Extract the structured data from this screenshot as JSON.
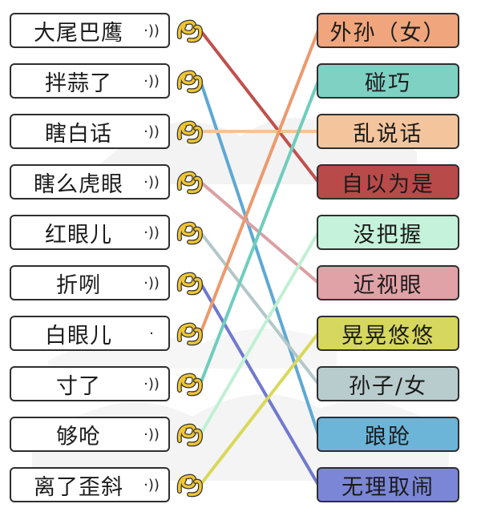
{
  "left_items": [
    {
      "word": "大尾巴鹰",
      "speaker": "·))"
    },
    {
      "word": "拌蒜了",
      "speaker": "·))"
    },
    {
      "word": "瞎白话",
      "speaker": "·))"
    },
    {
      "word": "瞎么虎眼",
      "speaker": "·))"
    },
    {
      "word": "红眼儿",
      "speaker": "·))"
    },
    {
      "word": "折咧",
      "speaker": "·))"
    },
    {
      "word": "白眼儿",
      "speaker": "·"
    },
    {
      "word": "寸了",
      "speaker": "·))"
    },
    {
      "word": "够呛",
      "speaker": "·))"
    },
    {
      "word": "离了歪斜",
      "speaker": "·))"
    }
  ],
  "right_items": [
    {
      "word": "外孙（女）",
      "color": "#f0a57c"
    },
    {
      "word": "碰巧",
      "color": "#7fd1c4"
    },
    {
      "word": "乱说话",
      "color": "#f4c59c"
    },
    {
      "word": "自以为是",
      "color": "#b94a4a"
    },
    {
      "word": "没把握",
      "color": "#c5f2da"
    },
    {
      "word": "近视眼",
      "color": "#e0a2a7"
    },
    {
      "word": "晃晃悠悠",
      "color": "#d6d75e"
    },
    {
      "word": "孙子/女",
      "color": "#b9cccd"
    },
    {
      "word": "踉跄",
      "color": "#6cb5d9"
    },
    {
      "word": "无理取闹",
      "color": "#7b86d6"
    }
  ],
  "connections": [
    {
      "from": 0,
      "to": 3,
      "color": "#c0504d"
    },
    {
      "from": 1,
      "to": 8,
      "color": "#5fa8d3"
    },
    {
      "from": 2,
      "to": 2,
      "color": "#f2c49b"
    },
    {
      "from": 3,
      "to": 5,
      "color": "#dba0a3"
    },
    {
      "from": 4,
      "to": 7,
      "color": "#b3c7c9"
    },
    {
      "from": 5,
      "to": 9,
      "color": "#6f79cf"
    },
    {
      "from": 6,
      "to": 0,
      "color": "#ec9a6e"
    },
    {
      "from": 7,
      "to": 1,
      "color": "#6fcdbd"
    },
    {
      "from": 8,
      "to": 4,
      "color": "#bff0d3"
    },
    {
      "from": 9,
      "to": 6,
      "color": "#d9d85a"
    }
  ]
}
